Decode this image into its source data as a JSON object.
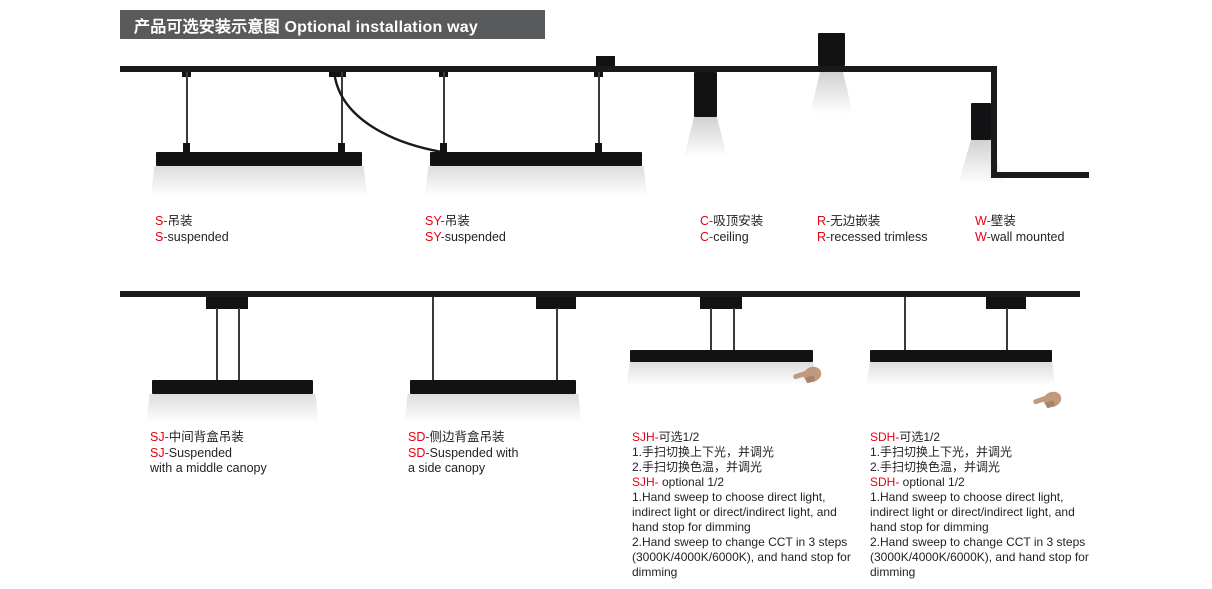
{
  "banner": {
    "title": "产品可选安装示意图 Optional installation way"
  },
  "colors": {
    "accent_red": "#e60012",
    "banner_bg": "#595a5c",
    "fixture_black": "#1a1a1c"
  },
  "row1": {
    "labels": [
      {
        "prefix": "S-",
        "cn": "吊装",
        "prefix2": "S-",
        "en": "suspended"
      },
      {
        "prefix": "SY-",
        "cn": "吊装",
        "prefix2": "SY-",
        "en": "suspended"
      },
      {
        "prefix": "C-",
        "cn": "吸顶安装",
        "prefix2": "C-",
        "en": "ceiling"
      },
      {
        "prefix": "R-",
        "cn": "无边嵌装",
        "prefix2": "R-",
        "en": "recessed trimless"
      },
      {
        "prefix": "W-",
        "cn": "壁装",
        "prefix2": "W-",
        "en": "wall mounted"
      }
    ]
  },
  "row2": {
    "sj": {
      "prefix": "SJ-",
      "cn": "中间背盒吊装",
      "prefix2": "SJ-",
      "en": "Suspended",
      "en2": "with a middle canopy"
    },
    "sd": {
      "prefix": "SD-",
      "cn": "侧边背盒吊装",
      "prefix2": "SD-",
      "en": "Suspended with",
      "en2": "a side canopy"
    },
    "sjh": {
      "prefix": "SJH-",
      "cn_title": "可选1/2",
      "cn1": "1.手扫切换上下光，并调光",
      "cn2": "2.手扫切换色温，并调光",
      "prefix2": "SJH-",
      "en_title": " optional 1/2",
      "en1": "1.Hand sweep to choose direct light, indirect light or direct/indirect light, and hand stop for dimming",
      "en2": "2.Hand sweep to change CCT in 3 steps (3000K/4000K/6000K), and hand stop for dimming"
    },
    "sdh": {
      "prefix": "SDH-",
      "cn_title": "可选1/2",
      "cn1": "1.手扫切换上下光，并调光",
      "cn2": "2.手扫切换色温，并调光",
      "prefix2": "SDH-",
      "en_title": " optional 1/2",
      "en1": "1.Hand sweep to choose direct light, indirect light or direct/indirect light, and hand stop for dimming",
      "en2": "2.Hand sweep to change CCT in 3 steps (3000K/4000K/6000K), and hand stop for dimming"
    }
  }
}
